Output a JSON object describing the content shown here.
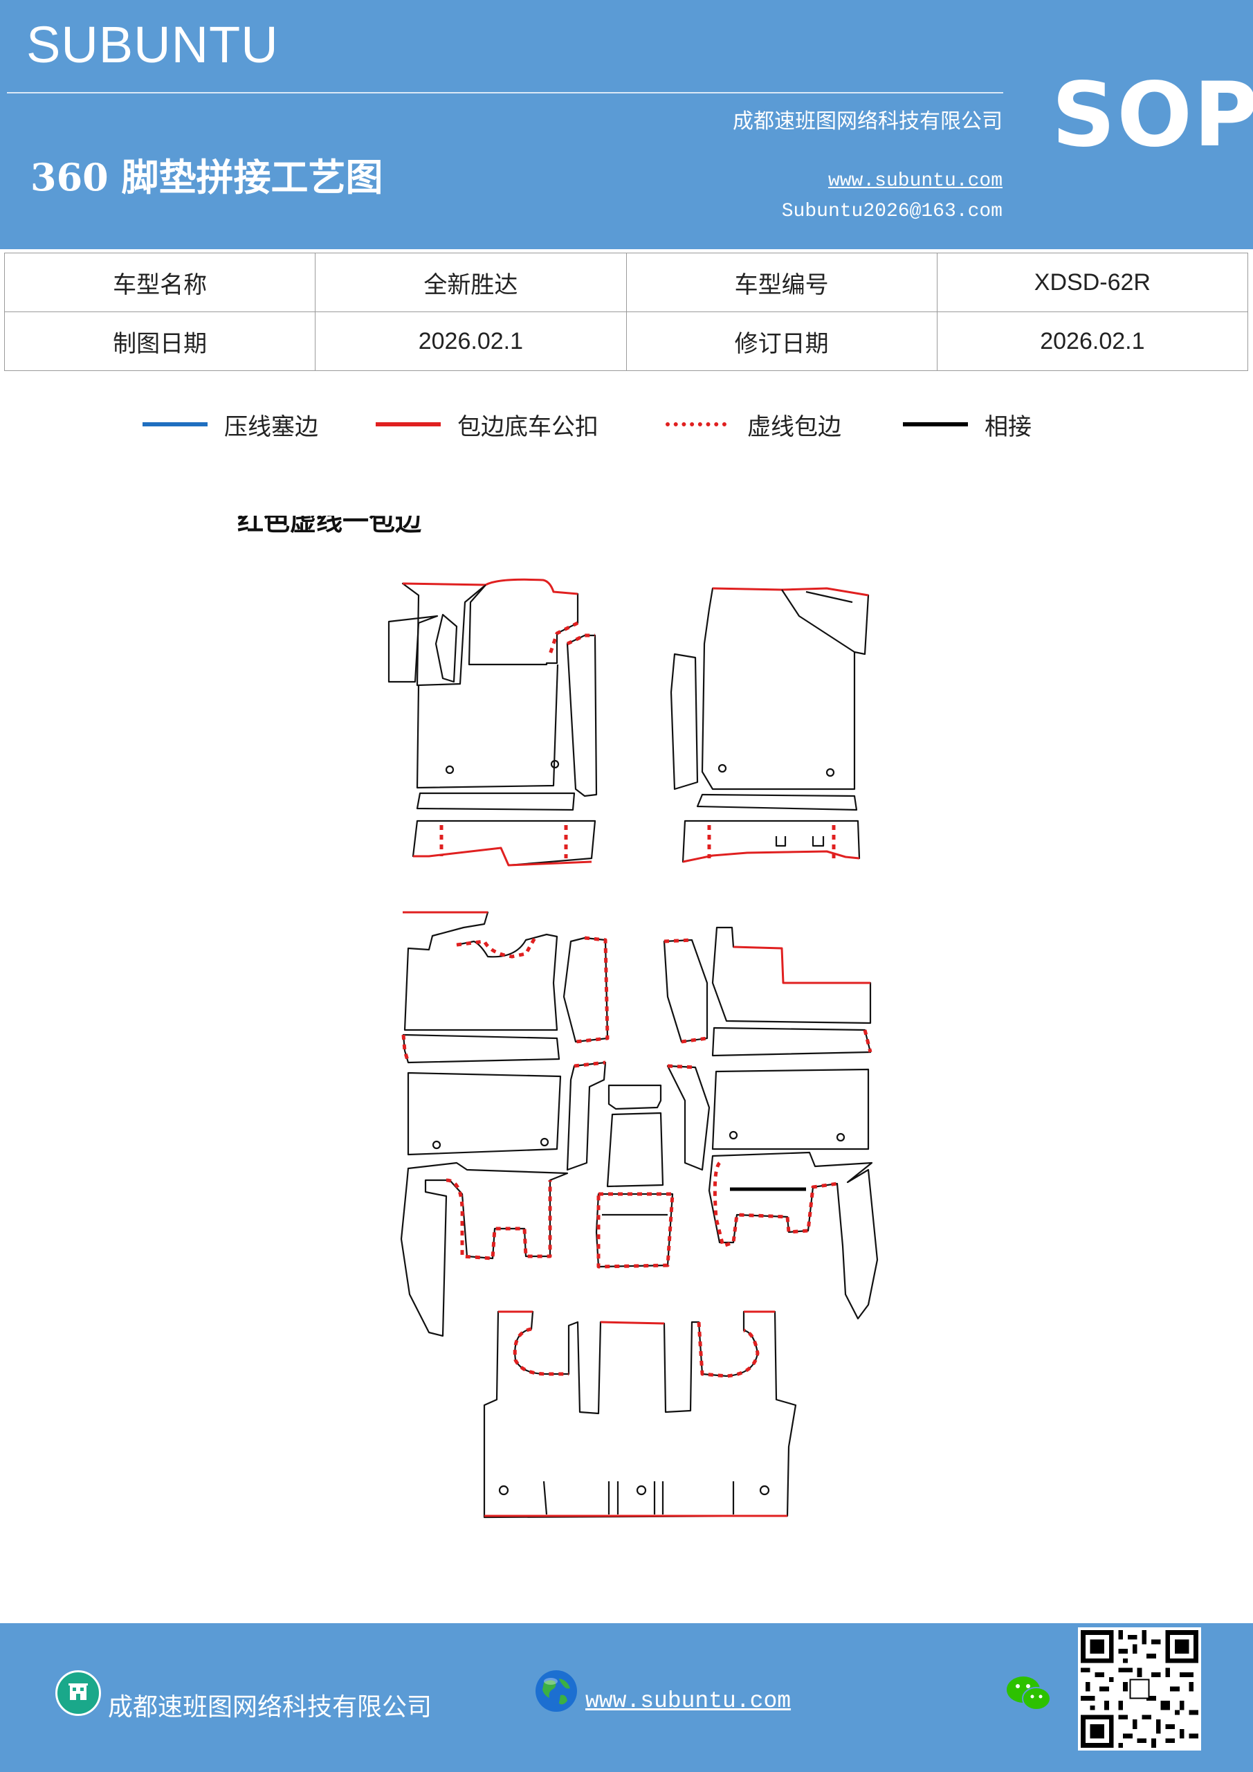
{
  "header": {
    "brand": "SUBUNTU",
    "company": "成都速班图网络科技有限公司",
    "title": "360 脚垫拼接工艺图",
    "url": "www.subuntu.com",
    "email": "Subuntu2026@163.com",
    "badge": "SOP",
    "bg_color": "#5b9bd5"
  },
  "info_table": {
    "model_name_label": "车型名称",
    "model_name_value": "全新胜达",
    "model_code_label": "车型编号",
    "model_code_value": "XDSD-62R",
    "draw_date_label": "制图日期",
    "draw_date_value": "2026.02.1",
    "revise_date_label": "修订日期",
    "revise_date_value": "2026.02.1"
  },
  "legend": [
    {
      "label": "压线塞边",
      "color": "#1f6fc0",
      "style": "solid"
    },
    {
      "label": "包边底车公扣",
      "color": "#e02020",
      "style": "solid"
    },
    {
      "label": "虚线包边",
      "color": "#e02020",
      "style": "dotted"
    },
    {
      "label": "相接",
      "color": "#000000",
      "style": "solid"
    }
  ],
  "diagram": {
    "caption": "红色虚线一包边"
  },
  "footer": {
    "company": "成都速班图网络科技有限公司",
    "url": "www.subuntu.com",
    "icons": [
      "building-icon",
      "globe-icon",
      "wechat-icon",
      "qr-code"
    ]
  }
}
